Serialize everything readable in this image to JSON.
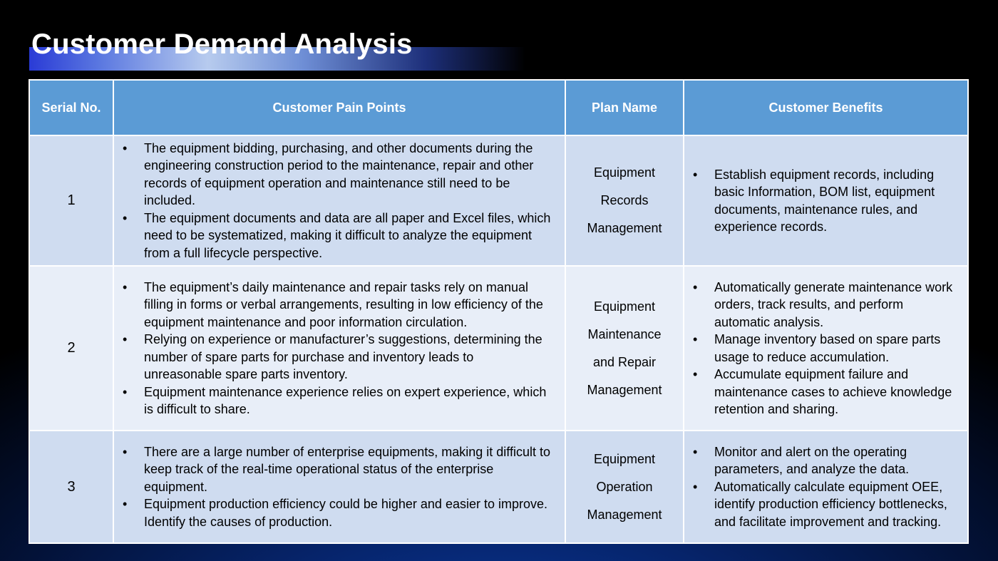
{
  "title": "Customer Demand Analysis",
  "table": {
    "headers": [
      "Serial No.",
      "Customer Pain Points",
      "Plan Name",
      "Customer Benefits"
    ],
    "rows": [
      {
        "serial": "1",
        "pain_points": [
          "The equipment bidding, purchasing, and other documents during the engineering construction period to the maintenance, repair and other records of equipment operation and maintenance still need to be included.",
          "The equipment documents and data are all paper and Excel files, which need to be systematized, making it difficult to analyze the equipment from a full lifecycle perspective."
        ],
        "plan_name": [
          "Equipment",
          "Records",
          "Management"
        ],
        "benefits": [
          "Establish equipment records, including basic Information, BOM list, equipment documents, maintenance rules, and experience records."
        ]
      },
      {
        "serial": "2",
        "pain_points": [
          "The equipment’s daily maintenance and repair tasks rely on manual filling in forms or verbal arrangements, resulting in low efficiency of the equipment maintenance and poor information circulation.",
          "Relying on experience or manufacturer’s suggestions, determining the number of spare parts for purchase and inventory leads to unreasonable spare parts inventory.",
          "Equipment maintenance experience relies on expert experience, which is difficult to share."
        ],
        "plan_name": [
          "Equipment",
          "Maintenance",
          "and Repair",
          "Management"
        ],
        "benefits": [
          "Automatically generate maintenance work orders, track results, and perform automatic analysis.",
          "Manage inventory based on spare parts usage to reduce accumulation.",
          "Accumulate equipment failure and maintenance cases to achieve knowledge retention and sharing."
        ]
      },
      {
        "serial": "3",
        "pain_points": [
          "There are a large number of enterprise equipments, making it difficult to keep track of the real-time operational status of the enterprise equipment.",
          "Equipment production efficiency could be higher and easier to improve. Identify the causes of production."
        ],
        "plan_name": [
          "Equipment",
          "Operation",
          "Management"
        ],
        "benefits": [
          "Monitor and alert on the operating parameters, and analyze the data.",
          "Automatically calculate equipment OEE, identify production efficiency bottlenecks, and facilitate improvement and tracking."
        ]
      }
    ]
  }
}
